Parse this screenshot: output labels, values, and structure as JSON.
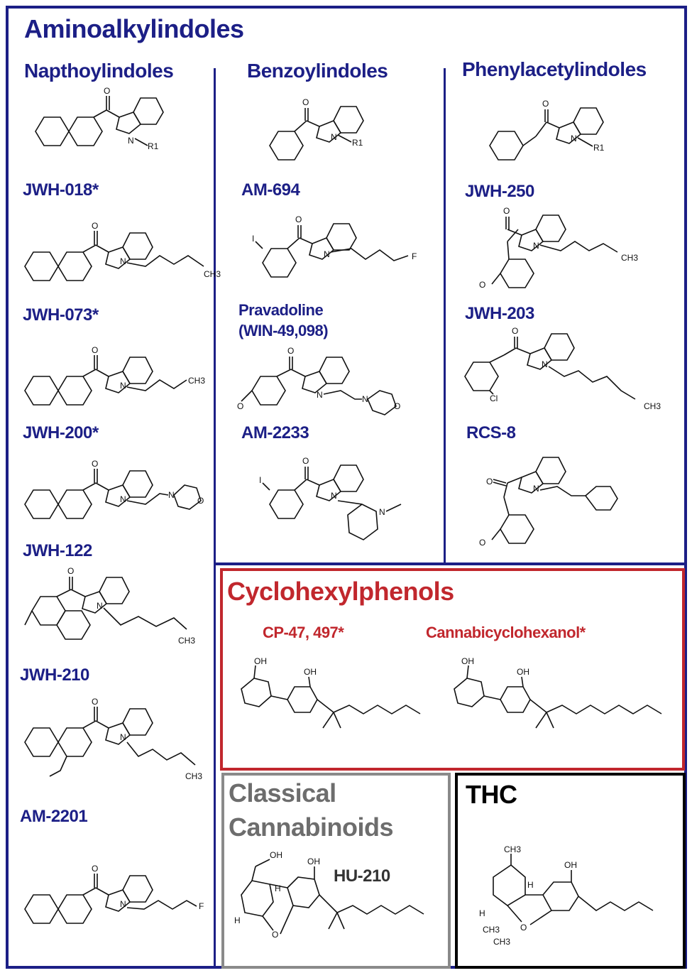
{
  "colors": {
    "blue": "#1c1f86",
    "red": "#c1272d",
    "grey": "#7a7a7a",
    "black": "#000000"
  },
  "aminoalkylindoles": {
    "title": "Aminoalkylindoles",
    "napthoylindoles": {
      "heading": "Napthoylindoles",
      "compounds": [
        "JWH-018*",
        "JWH-073*",
        "JWH-200*",
        "JWH-122",
        "JWH-210",
        "AM-2201"
      ]
    },
    "benzoylindoles": {
      "heading": "Benzoylindoles",
      "compounds": [
        "AM-694",
        "Pravadoline",
        "(WIN-49,098)",
        "AM-2233"
      ]
    },
    "phenylacetylindoles": {
      "heading": "Phenylacetylindoles",
      "compounds": [
        "JWH-250",
        "JWH-203",
        "RCS-8"
      ]
    }
  },
  "cyclohexylphenols": {
    "title": "Cyclohexylphenols",
    "compounds": [
      "CP-47, 497*",
      "Cannabicyclohexanol*"
    ]
  },
  "classical": {
    "title_line1": "Classical",
    "title_line2": "Cannabinoids",
    "compound": "HU-210"
  },
  "thc": {
    "title": "THC"
  },
  "atom_labels": {
    "oh": "OH",
    "ch3": "CH3",
    "r1": "R1",
    "n": "N",
    "o": "O",
    "f": "F",
    "i": "I",
    "cl": "Cl",
    "h": "H"
  }
}
